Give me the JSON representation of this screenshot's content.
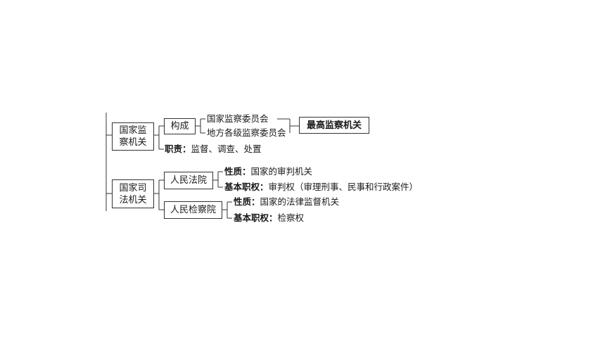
{
  "jiancha": {
    "title_line1": "国家监",
    "title_line2": "察机关",
    "gouche": "构成",
    "member1": "国家监察委员会",
    "member2": "地方各级监察委员会",
    "highest": "最高监察机关",
    "duty_label": "职责：",
    "duty_value": "监督、调查、处置"
  },
  "sifa": {
    "title_line1": "国家司",
    "title_line2": "法机关",
    "court": {
      "name": "人民法院",
      "nature_label": "性质：",
      "nature_value": "国家的审判机关",
      "power_label": "基本职权：",
      "power_value": "审判权（审理刑事、民事和行政案件）"
    },
    "procuratorate": {
      "name": "人民检察院",
      "nature_label": "性质：",
      "nature_value": "国家的法律监督机关",
      "power_label": "基本职权：",
      "power_value": "检察权"
    }
  }
}
